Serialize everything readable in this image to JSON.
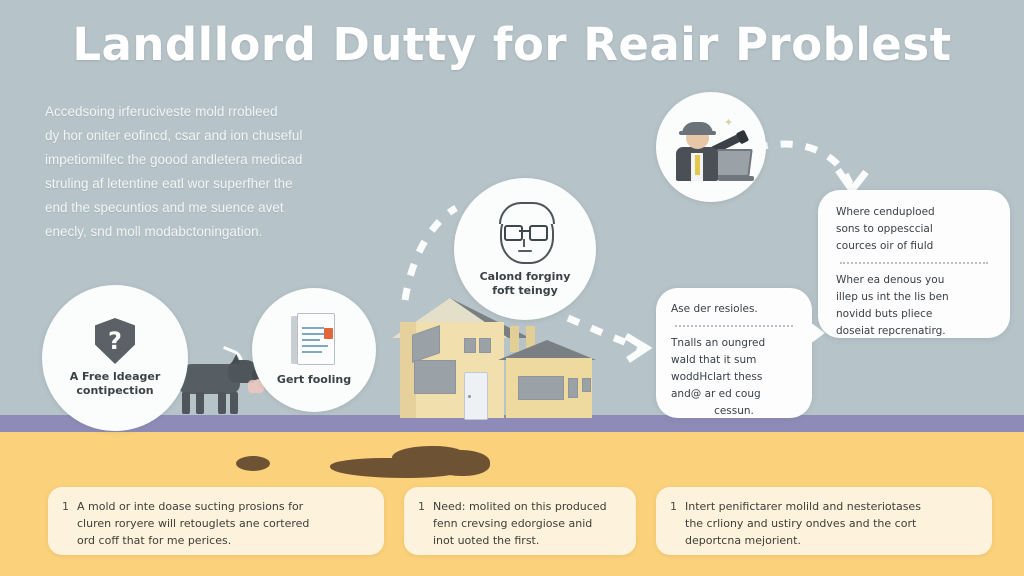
{
  "colors": {
    "background": "#b6c3c8",
    "floor_strip": "#8f8bb8",
    "amber_band": "#fbd17c",
    "card_bg": "#fdf3dc",
    "bubble_bg": "#fdfdfd",
    "mold": "#6d5234",
    "house_wall": "#f2dfae",
    "roof": "#7a7f83",
    "title_color": "#ffffff"
  },
  "header": {
    "title": "Landllord Dutty for Reair Problest"
  },
  "intro": {
    "lines": [
      "Accedsoing irferuciveste mold rrobleed",
      "dy hor oniter eofincd, csar and ion chuseful",
      "impetiomilfec the goood andletera medicad",
      "struling af letentine eatl wor superfher the",
      "end the specuntios and me suence avet",
      "enecly, snd moll modabctoningation."
    ]
  },
  "badges": [
    {
      "id": "shield",
      "icon": "shield-question-icon",
      "glyph": "?",
      "caption_lines": [
        "A Free ldeager",
        "contipection"
      ]
    },
    {
      "id": "document",
      "icon": "document-stack-icon",
      "caption_lines": [
        "Gert fooling"
      ]
    },
    {
      "id": "face",
      "icon": "person-glasses-icon",
      "caption_lines": [
        "Calond forginy",
        "foft teingy"
      ]
    },
    {
      "id": "worker",
      "icon": "worker-hardhat-laptop-icon",
      "caption_lines": []
    }
  ],
  "bubbles": {
    "right": {
      "block1": [
        "Where cenduploed",
        "sons to oppesccial",
        "cources oir of fiuld"
      ],
      "block2": [
        "Wher ea denous you",
        "illep us int the lis ben",
        "novidd buts pliece",
        "doseiat repcrenatirg."
      ]
    },
    "middle": {
      "block1": [
        "Ase der resioles."
      ],
      "block2": [
        "Tnalls an oungred",
        "wald that it sum",
        "woddHclart thess",
        "and@ ar ed coug",
        "cessun."
      ]
    }
  },
  "cards": [
    {
      "number": "1",
      "lines": [
        "A mold or inte doase sucting prosions for",
        "cluren roryere will retouglets ane cortered",
        "ord coff that for me perices."
      ]
    },
    {
      "number": "1",
      "lines": [
        "Need: molited on this produced",
        "fenn crevsing edorgiose anid",
        "inot uoted the first."
      ]
    },
    {
      "number": "1",
      "lines": [
        "Intert penifictarer molild and nesteriotases",
        "the crliony and ustiry ondves and the cort",
        "deportcna mejorient."
      ]
    }
  ],
  "illustrations": {
    "house": "house-illustration",
    "dog": "dog-illustration",
    "mold_blobs": "mold-stains",
    "connectors": [
      "dashed-arc-house-to-face",
      "dashed-arrow-house-to-bubble",
      "dashed-arc-worker-to-bubble"
    ]
  }
}
